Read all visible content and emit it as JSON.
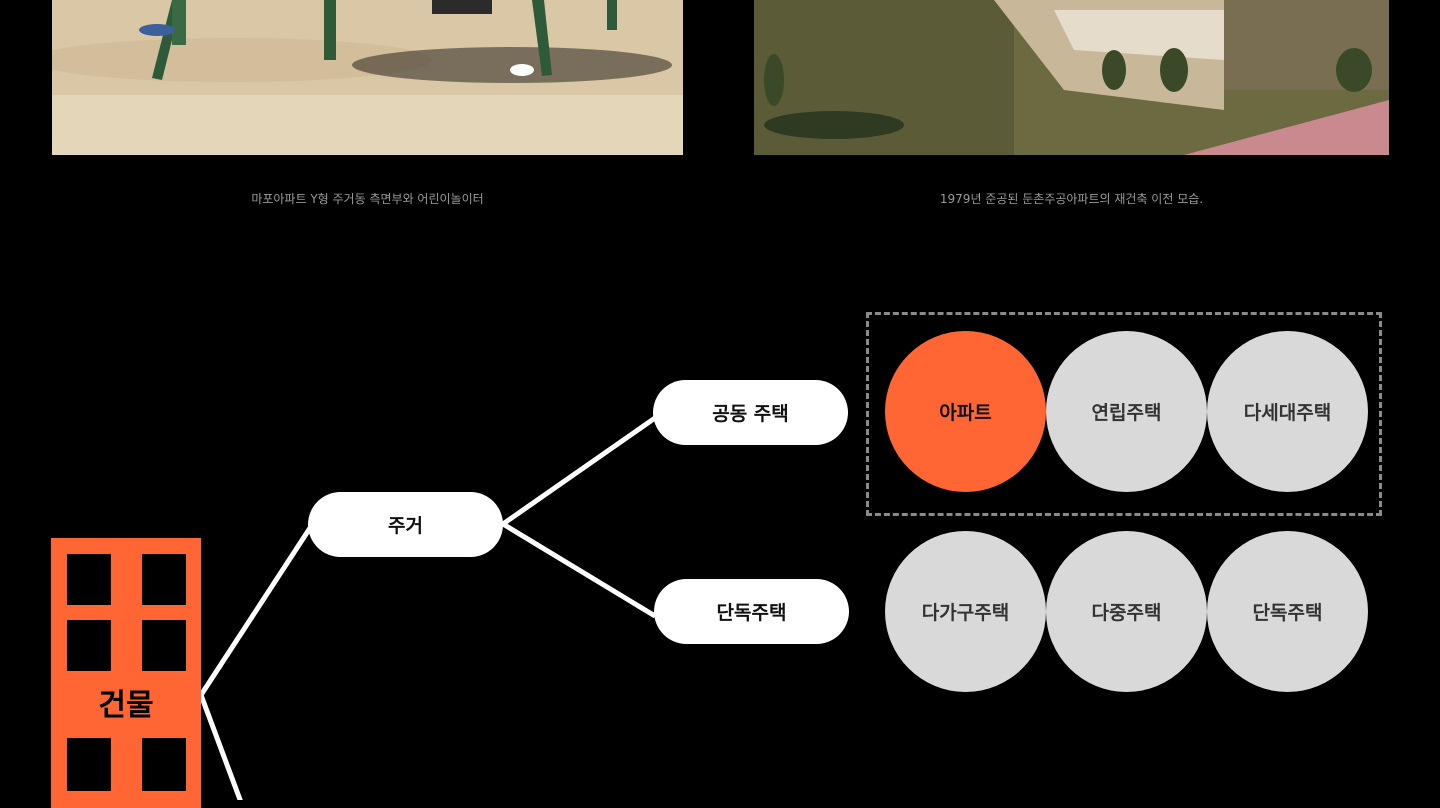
{
  "photos": {
    "left_caption": "마포아파트 Y형 주거동 측면부와 어린이놀이터",
    "right_caption": "1979년 준공된 둔촌주공아파트의 재건축 이전 모습."
  },
  "tree": {
    "root_label": "건물",
    "level1": {
      "housing": "주거"
    },
    "level2": {
      "multi_unit": "공동 주택",
      "detached": "단독주택"
    },
    "multi_unit_types": [
      "아파트",
      "연립주택",
      "다세대주택"
    ],
    "detached_types": [
      "다가구주택",
      "다중주택",
      "단독주택"
    ]
  },
  "colors": {
    "accent": "#ff6633",
    "circle_default": "#d9d9d9",
    "background": "#000000",
    "pill": "#ffffff"
  }
}
